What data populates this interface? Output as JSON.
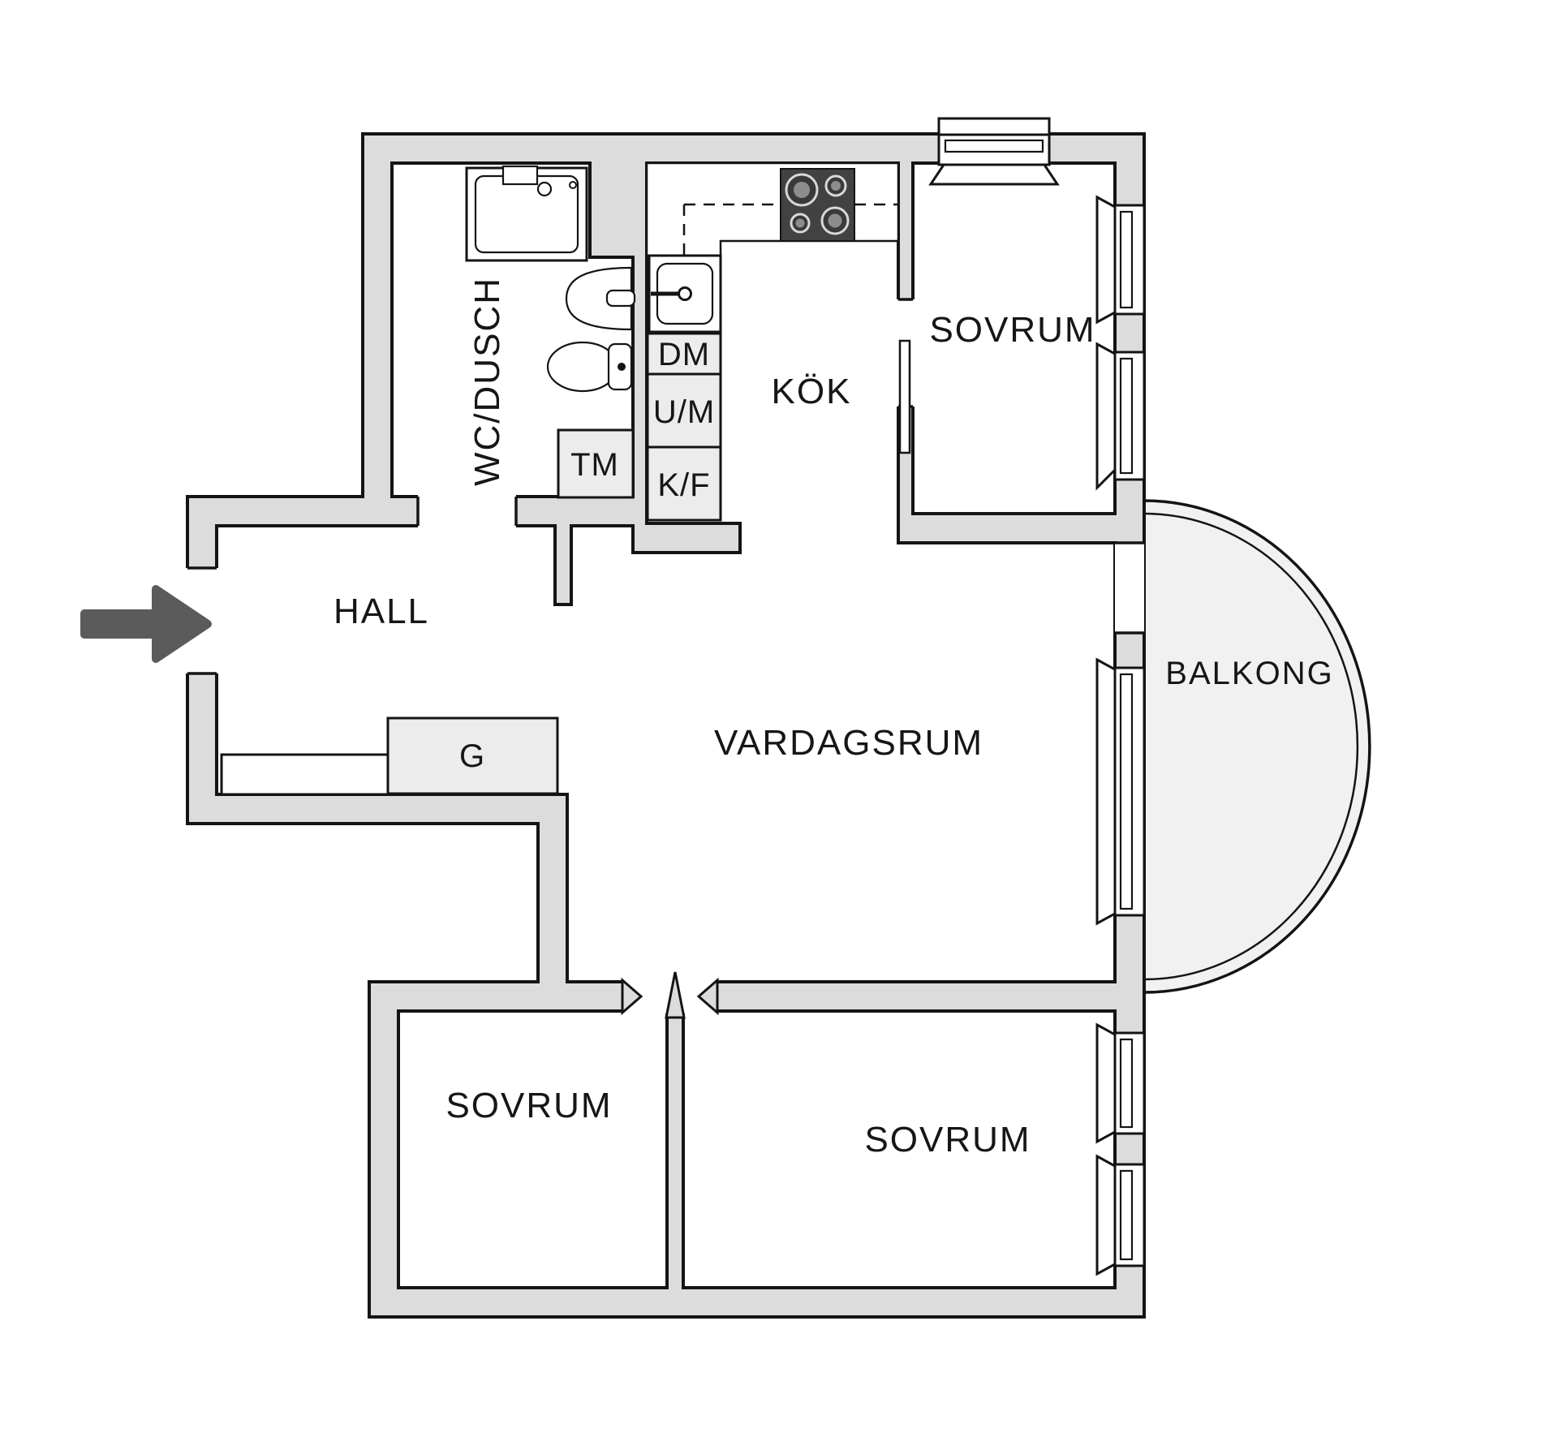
{
  "floorplan": {
    "title": "apartment-floor-plan",
    "rooms": {
      "hall": {
        "label": "HALL"
      },
      "wc": {
        "label": "WC/DUSCH"
      },
      "kitchen": {
        "label": "KÖK"
      },
      "bedroom_top": {
        "label": "SOVRUM"
      },
      "living": {
        "label": "VARDAGSRUM"
      },
      "balcony": {
        "label": "BALKONG"
      },
      "bedroom_left": {
        "label": "SOVRUM"
      },
      "bedroom_right": {
        "label": "SOVRUM"
      }
    },
    "fixtures": {
      "closet": {
        "label": "G"
      },
      "washing_machine": {
        "label": "TM"
      },
      "dishwasher": {
        "label": "DM"
      },
      "oven_microwave": {
        "label": "U/M"
      },
      "fridge_freezer": {
        "label": "K/F"
      }
    },
    "colors": {
      "wall": "#dcdcdc",
      "floor": "#ffffff",
      "fixture": "#ececec",
      "outline": "#141414",
      "arrow": "#5b5b5b",
      "stove": "#424242",
      "balcony_fill": "#f1f1f1"
    }
  }
}
